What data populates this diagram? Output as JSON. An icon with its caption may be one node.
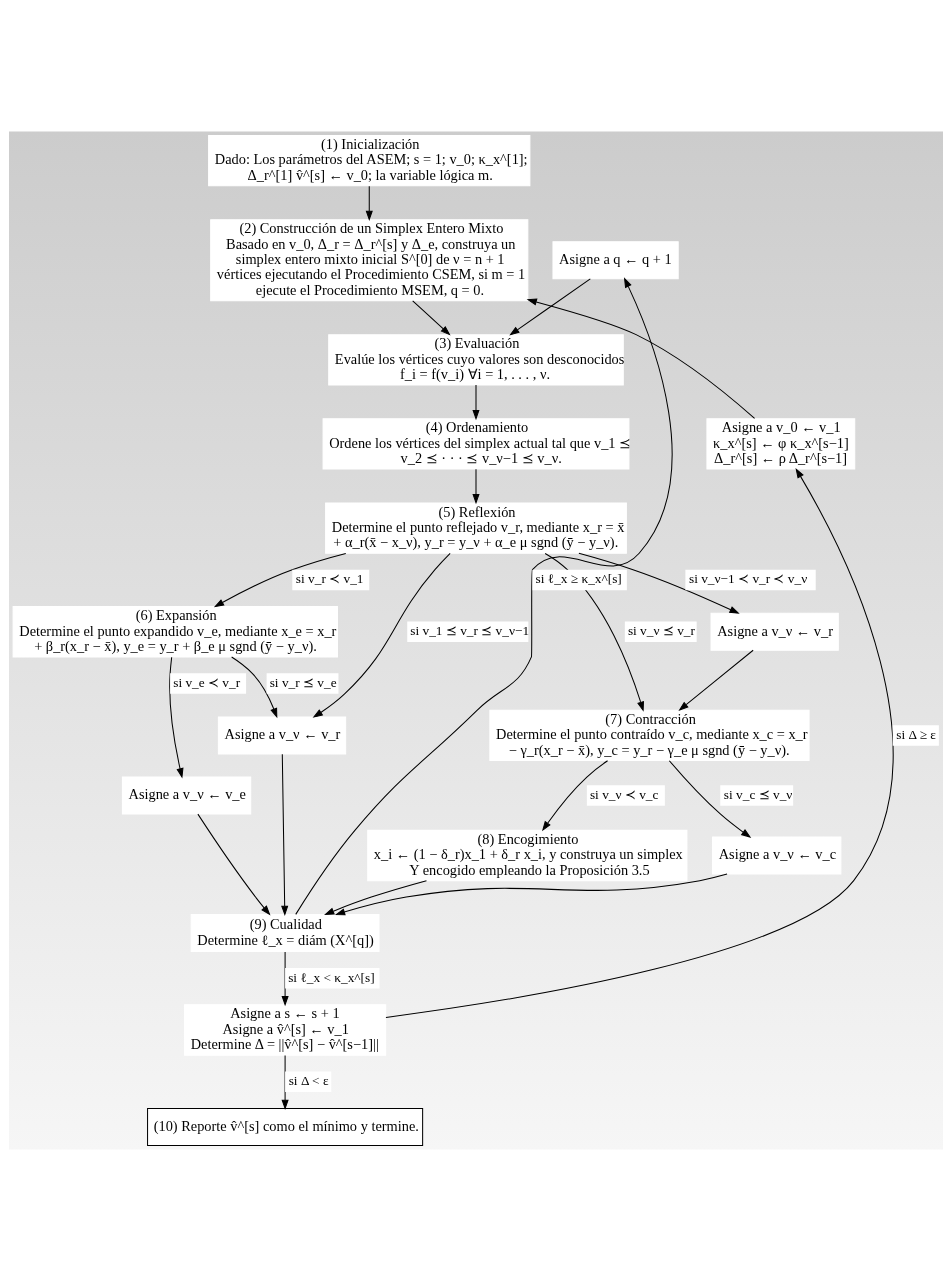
{
  "diagram": {
    "nodes": [
      {
        "text": [
          "(1) Inicialización",
          "Dado: Los parámetros del ASEM; s = 1; v_0; κ_x^[1]; Δ_r^[1] v̂^[s] ← v_0; la variable lógica m."
        ]
      },
      {
        "text": [
          "(2) Construcción de un Simplex Entero Mixto",
          "Basado en v_0, Δ_r = Δ_r^[s] y Δ_e, construya un simplex entero mixto inicial S^[0] de ν = n + 1 vértices ejecutando el Procedimiento CSEM, si m = 1 ejecute el Procedimiento MSEM, q = 0."
        ]
      },
      {
        "text": [
          "Asigne a q ← q + 1"
        ]
      },
      {
        "text": [
          "(3) Evaluación",
          "Evalúe los vértices cuyo valores son desconocidos f_i = f(v_i) ∀i = 1, . . . , ν."
        ]
      },
      {
        "text": [
          "(4) Ordenamiento",
          "Ordene los vértices del simplex actual tal que v_1 ⪯ v_2 ⪯ · · · ⪯ v_ν−1 ⪯ v_ν."
        ]
      },
      {
        "text": [
          "Asigne a v_0 ← v_1",
          "κ_x^[s] ← φ κ_x^[s−1]",
          "Δ_r^[s] ← ρ Δ_r^[s−1]"
        ]
      },
      {
        "text": [
          "(5) Reflexión",
          "Determine el punto reflejado v_r, mediante x_r = x̄ + α_r(x̄ − x_ν), y_r = y_ν + α_e μ sgnd (ȳ − y_ν)."
        ]
      },
      {
        "text": [
          "(6) Expansión",
          "Determine el punto expandido v_e, mediante x_e = x_r + β_r(x_r − x̄), y_e = y_r + β_e μ sgnd (ȳ − y_ν)."
        ]
      },
      {
        "text": [
          "Asigne a v_ν ← v_r"
        ]
      },
      {
        "text": [
          "Asigne a v_ν ← v_e"
        ]
      },
      {
        "text": [
          "Asigne a v_ν ← v_r"
        ]
      },
      {
        "text": [
          "(7) Contracción",
          "Determine el punto contraído v_c, mediante x_c = x_r − γ_r(x_r − x̄), y_c = y_r − γ_e μ sgnd (ȳ − y_ν)."
        ]
      },
      {
        "text": [
          "(9) Cualidad",
          "Determine ℓ_x = diám (X^[q])"
        ]
      },
      {
        "text": [
          "(8) Encogimiento",
          "x_i ← (1 − δ_r)x_1 + δ_r x_i, y construya un simplex Y encogido empleando la Proposición 3.5"
        ]
      },
      {
        "text": [
          "Asigne a v_ν ← v_c"
        ]
      },
      {
        "text": [
          "Asigne a s ← s + 1",
          "Asigne a v̂^[s] ← v_1",
          "Determine Δ = ||v̂^[s] − v̂^[s−1]||"
        ]
      },
      {
        "text": [
          "(10) Reporte v̂^[s] como el mínimo y termine."
        ]
      }
    ],
    "edges": [
      {
        "from": 0,
        "to": 1,
        "arrow": "to"
      },
      {
        "from": 5,
        "to": 1,
        "arrow": "to"
      },
      {
        "from": 1,
        "to": 3,
        "arrow": "to"
      },
      {
        "from": 2,
        "to": 3,
        "arrow": "to"
      },
      {
        "from": 3,
        "to": 4,
        "arrow": "to"
      },
      {
        "from": 4,
        "to": 6,
        "arrow": "to"
      },
      {
        "from": 6,
        "to": 7,
        "arrow": "to",
        "label": "si v_r ≺ v_1"
      },
      {
        "from": 6,
        "to": 10,
        "arrow": "to",
        "label": "si v_1 ⪯ v_r ⪯ v_ν−1"
      },
      {
        "from": 6,
        "to": 8,
        "arrow": "to",
        "label": "si v_ν−1 ≺ v_r ≺ v_ν"
      },
      {
        "from": 6,
        "to": 11,
        "arrow": "to",
        "label": "si v_ν ⪯ v_r"
      },
      {
        "from": 8,
        "to": 11,
        "arrow": "to"
      },
      {
        "from": 7,
        "to": 9,
        "arrow": "to",
        "label": "si v_e ≺ v_r"
      },
      {
        "from": 7,
        "to": 10,
        "arrow": "to",
        "label": "si v_r ⪯ v_e"
      },
      {
        "from": 9,
        "to": 12,
        "arrow": "to"
      },
      {
        "from": 10,
        "to": 12,
        "arrow": "to"
      },
      {
        "from": 11,
        "to": 13,
        "arrow": "to",
        "label": "si v_ν ≺ v_c"
      },
      {
        "from": 11,
        "to": 14,
        "arrow": "to",
        "label": "si v_c ⪯ v_ν"
      },
      {
        "from": 13,
        "to": 12,
        "arrow": "to"
      },
      {
        "from": 14,
        "to": 12,
        "arrow": "to"
      },
      {
        "from": 12,
        "to": 2,
        "arrow": "to",
        "label": "si ℓ_x ≥ κ_x^[s]"
      },
      {
        "from": 12,
        "to": 15,
        "arrow": "to",
        "label": "si ℓ_x < κ_x^[s]"
      },
      {
        "from": 15,
        "to": 5,
        "arrow": "to",
        "label": "si Δ ≥ ε"
      },
      {
        "from": 15,
        "to": 16,
        "arrow": "to",
        "label": "si Δ < ε"
      }
    ]
  }
}
